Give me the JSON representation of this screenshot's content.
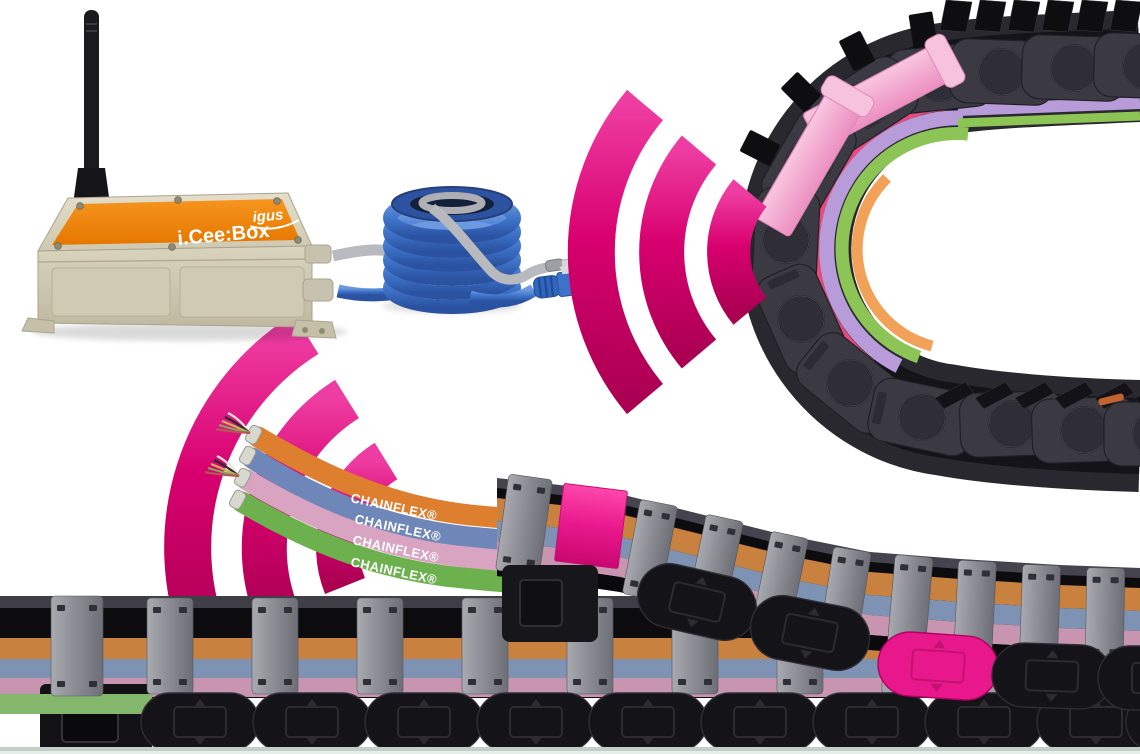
{
  "scene": {
    "type": "product-illustration",
    "background": "#ffffff",
    "subject": "wireless condition monitoring of energy chains"
  },
  "device": {
    "brand_logo": "igus",
    "label": "i.Cee:Box",
    "body_color": "#D5CFB9",
    "panel_color": "#EE7F00",
    "antenna_color": "#1B1B1D"
  },
  "network": {
    "signal_color": "#D8006F",
    "ethernet_cable_color": "#3E72C8",
    "data_cable_color": "#B9BABF"
  },
  "cables": {
    "items": [
      {
        "id": "chainflex-orange",
        "label": "CHAINFLEX®",
        "color": "#DD7F2F"
      },
      {
        "id": "chainflex-blue",
        "label": "CHAINFLEX®",
        "color": "#6F87B8"
      },
      {
        "id": "chainflex-lilac",
        "label": "CHAINFLEX®",
        "color": "#D9A3C2"
      },
      {
        "id": "chainflex-green",
        "label": "CHAINFLEX®",
        "color": "#6CB14E"
      }
    ]
  },
  "chains": {
    "link_color": "#3B3A42",
    "crossbar_color": "#92929A",
    "marker_color": "#E8188C",
    "strap_color": "#F2A8CD",
    "inner_cables_loop": [
      "#E84A7D",
      "#B89CD9",
      "#8CC455",
      "#F2A258"
    ],
    "inner_cables_run": [
      "#C8813F",
      "#7E92B4",
      "#C795AF",
      "#84B66B"
    ]
  }
}
